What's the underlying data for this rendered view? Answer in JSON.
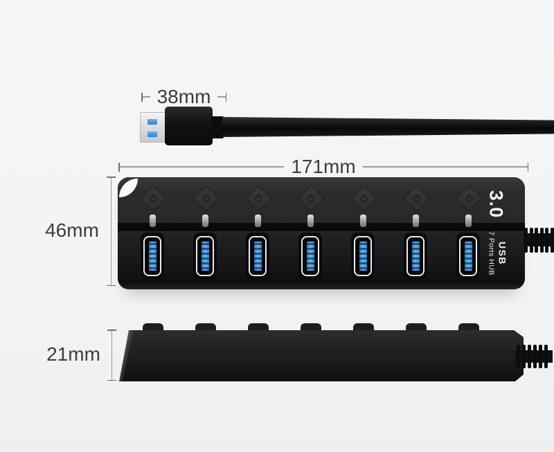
{
  "product": {
    "badge": "3.0",
    "label_usb": "USB",
    "label_ports": "7 Ports HUB",
    "port_count": 7
  },
  "dimensions": {
    "plug_width": "38mm",
    "length": "171mm",
    "width": "46mm",
    "thickness": "21mm"
  },
  "colors": {
    "background": "#f3f4f5",
    "body": "#1b1b1d",
    "port_blue": "#4e9fdd",
    "metal_shell": "#dcdee1",
    "label_text": "#f5f5f5",
    "dimension_text": "#3c3c3c"
  }
}
